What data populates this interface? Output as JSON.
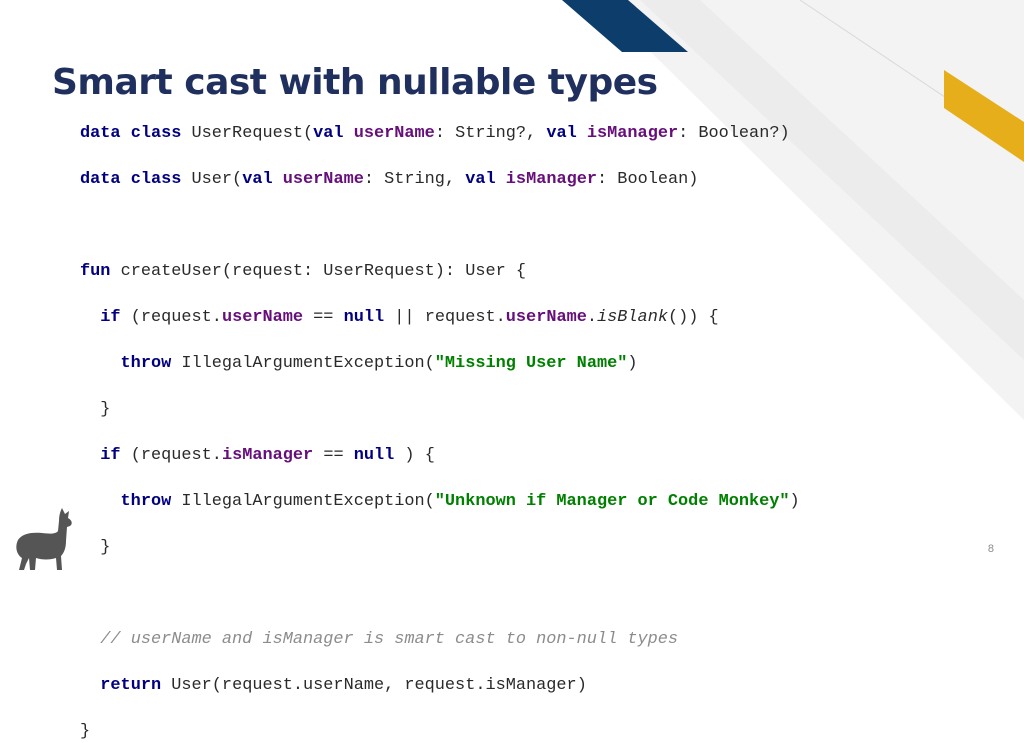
{
  "slide": {
    "title": "Smart cast with nullable types",
    "page_number": "8"
  },
  "code": {
    "l1": {
      "a": "data",
      "b": "class",
      "c": "UserRequest(",
      "d": "val",
      "e": "userName",
      "f": ": String?, ",
      "g": "val",
      "h": "isManager",
      "i": ": Boolean?)"
    },
    "l2": {
      "a": "data",
      "b": "class",
      "c": "User(",
      "d": "val",
      "e": "userName",
      "f": ": String, ",
      "g": "val",
      "h": "isManager",
      "i": ": Boolean)"
    },
    "l4": {
      "a": "fun",
      "b": "createUser(request: UserRequest): User {"
    },
    "l5": {
      "a": "if",
      "b": "(request.",
      "c": "userName",
      "d": "==",
      "e": "null",
      "f": "|| request.",
      "g": "userName",
      "h": ".",
      "i": "isBlank",
      "j": "()) {"
    },
    "l6": {
      "a": "throw",
      "b": "IllegalArgumentException(",
      "c": "\"Missing User Name\"",
      "d": ")"
    },
    "l7": {
      "a": "}"
    },
    "l8": {
      "a": "if",
      "b": "(request.",
      "c": "isManager",
      "d": "==",
      "e": "null",
      "f": ") {"
    },
    "l9": {
      "a": "throw",
      "b": "IllegalArgumentException(",
      "c": "\"Unknown if Manager or Code Monkey\"",
      "d": ")"
    },
    "l10": {
      "a": "}"
    },
    "l12": {
      "a": "// userName and isManager is smart cast to non-null types"
    },
    "l13": {
      "a": "return",
      "b": "User(request.userName, request.isManager)"
    },
    "l14": {
      "a": "}"
    }
  },
  "decor": {
    "navy": "#0d3d6b",
    "gold": "#e6ae1a",
    "light_gray": "#f2f2f2",
    "title_color": "#1f2f5e",
    "logo": "llama-icon"
  }
}
